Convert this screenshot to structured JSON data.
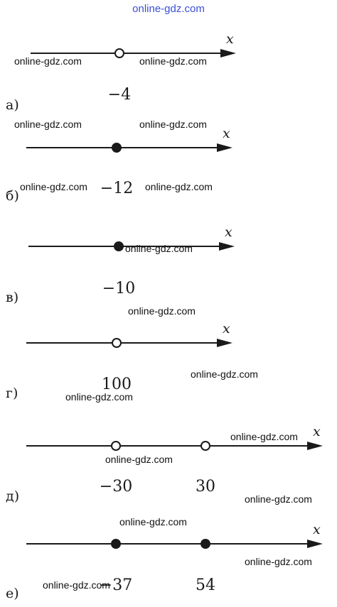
{
  "watermark_top": "online-gdz.com",
  "axis_label": "x",
  "watermark": "online-gdz.com",
  "lines": [
    {
      "letter": "а)",
      "points": [
        {
          "label": "−4",
          "filled": false
        }
      ]
    },
    {
      "letter": "б)",
      "points": [
        {
          "label": "−12",
          "filled": true
        }
      ]
    },
    {
      "letter": "в)",
      "points": [
        {
          "label": "−10",
          "filled": true
        }
      ]
    },
    {
      "letter": "г)",
      "points": [
        {
          "label": "100",
          "filled": false
        }
      ]
    },
    {
      "letter": "д)",
      "points": [
        {
          "label": "−30",
          "filled": false
        },
        {
          "label": "30",
          "filled": false
        }
      ]
    },
    {
      "letter": "е)",
      "points": [
        {
          "label": "−37",
          "filled": true
        },
        {
          "label": "54",
          "filled": true
        }
      ]
    }
  ]
}
